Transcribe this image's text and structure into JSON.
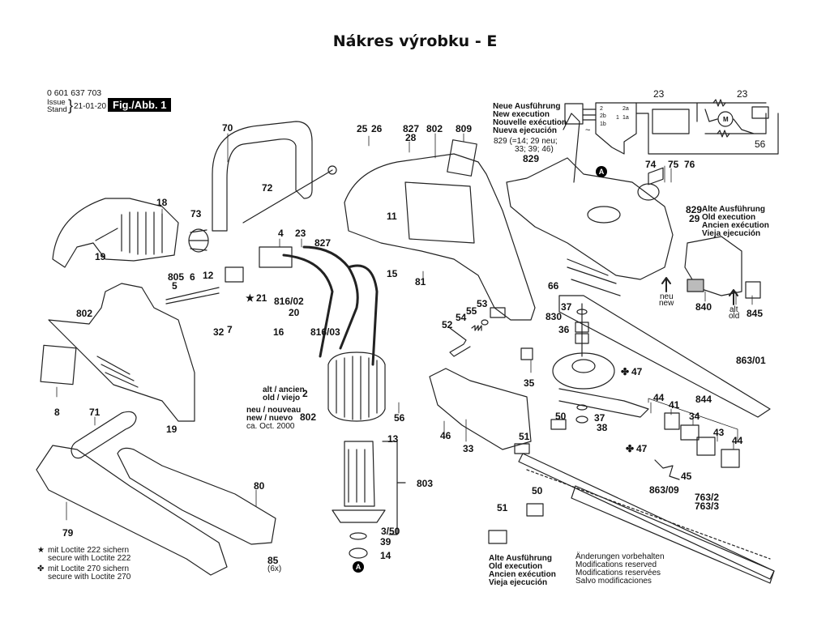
{
  "title": "Nákres výrobku - E",
  "header": {
    "part_number": "0 601 637 703",
    "issue_label": "Issue",
    "stand_label": "Stand",
    "date": "21-01-20",
    "figure": "Fig./Abb. 1"
  },
  "execution_new": [
    "Neue Ausführung",
    "New execution",
    "Nouvelle exécution",
    "Nueva ejecución"
  ],
  "execution_old_top": [
    "Alte Ausführung",
    "Old execution",
    "Ancien exécution",
    "Vieja ejecución"
  ],
  "execution_old_bottom": [
    "Alte Ausführung",
    "Old execution",
    "Ancien exécution",
    "Vieja ejecución"
  ],
  "note_829": [
    "829 (=14; 29 neu;",
    "33; 39; 46)"
  ],
  "variant_notes": {
    "old": [
      "alt / ancien",
      "old / viejo"
    ],
    "new": [
      "neu / nouveau",
      "new / nuevo",
      "ca. Oct. 2000"
    ]
  },
  "arrow_labels": {
    "neu": [
      "neu",
      "new"
    ],
    "alt": [
      "alt",
      "old"
    ]
  },
  "legend": {
    "star": [
      "mit Loctite 222 sichern",
      "secure with Loctite 222"
    ],
    "cross": [
      "mit Loctite 270 sichern",
      "secure with Loctite 270"
    ]
  },
  "modifications": [
    "Änderungen vorbehalten",
    "Modifications reserved",
    "Modifications reservées",
    "Salvo modificaciones"
  ],
  "symbols": {
    "star": "★",
    "cross": "✤",
    "marker": "A",
    "tilde": "~",
    "motor": "M"
  },
  "parts": {
    "p70": "70",
    "p72": "72",
    "p73": "73",
    "p18": "18",
    "p19a": "19",
    "p19b": "19",
    "p25": "25",
    "p26": "26",
    "p827a": "827",
    "p28": "28",
    "p802a": "802",
    "p809": "809",
    "p11": "11",
    "p15": "15",
    "p81": "81",
    "p4": "4",
    "p23a": "23",
    "p827b": "827",
    "p12": "12",
    "p805": "805",
    "p5": "5",
    "p6": "6",
    "p21": "21",
    "p816_02": "816/02",
    "p20": "20",
    "p16": "16",
    "p816_03": "816/03",
    "p32": "32",
    "p7": "7",
    "p802b": "802",
    "p8": "8",
    "p71": "71",
    "p79": "79",
    "p80": "80",
    "p85": "85",
    "p85x": "(6x)",
    "p2": "2",
    "p802c": "802",
    "p56a": "56",
    "p13": "13",
    "p803": "803",
    "p3_50": "3/50",
    "p39": "39",
    "p14": "14",
    "p52": "52",
    "p54": "54",
    "p55": "55",
    "p53": "53",
    "p35": "35",
    "p46": "46",
    "p33": "33",
    "p66": "66",
    "p829a": "829",
    "p74": "74",
    "p75": "75",
    "p76": "76",
    "p829b": "829",
    "p29": "29",
    "p840": "840",
    "p845": "845",
    "p37a": "37",
    "p830": "830",
    "p36": "36",
    "p47a": "47",
    "p37b": "37",
    "p38": "38",
    "p47b": "47",
    "p50a": "50",
    "p51a": "51",
    "p863_01": "863/01",
    "p844": "844",
    "p44a": "44",
    "p41": "41",
    "p34": "34",
    "p43": "43",
    "p44b": "44",
    "p45": "45",
    "p863_09": "863/09",
    "p763_2": "763/2",
    "p763_3": "763/3",
    "p50b": "50",
    "p51b": "51",
    "p23b": "23",
    "p23c": "23",
    "p56b": "56",
    "sw_2": "2",
    "sw_2a": "2a",
    "sw_2b": "2b",
    "sw_1": "1",
    "sw_1a": "1a",
    "sw_1b": "1b"
  }
}
